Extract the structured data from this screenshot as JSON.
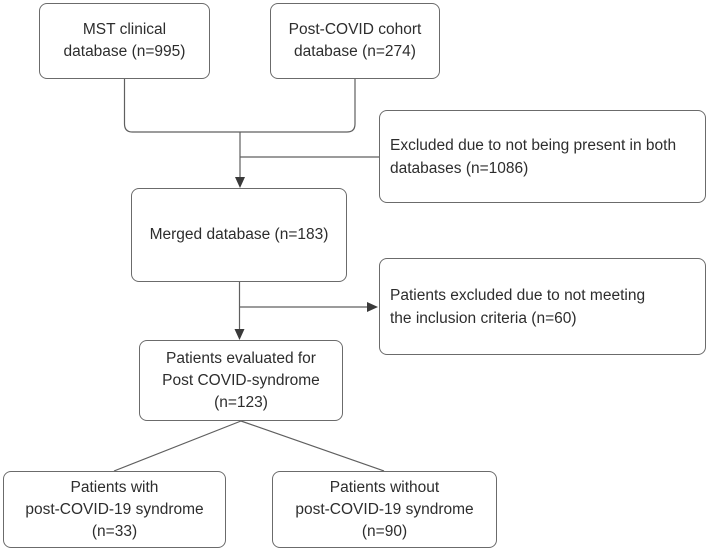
{
  "diagram": {
    "type": "flowchart",
    "colors": {
      "background": "#ffffff",
      "border": "#6b6b6b",
      "line": "#5f5f5f",
      "arrow": "#3a3a3a",
      "text": "#2d2d2d"
    },
    "nodes": {
      "mst_db": {
        "lines": [
          "MST clinical",
          "database (n=995)"
        ]
      },
      "cohort_db": {
        "lines": [
          "Post-COVID cohort",
          "database (n=274)"
        ]
      },
      "excluded_db": {
        "lines": [
          "Excluded due to not being present in both",
          "databases (n=1086)"
        ]
      },
      "merged_db": {
        "lines": [
          "Merged database (n=183)"
        ]
      },
      "excluded_criteria": {
        "lines": [
          "Patients excluded due to not meeting",
          "the inclusion criteria (n=60)"
        ]
      },
      "evaluated": {
        "lines": [
          "Patients evaluated for",
          "Post COVID-syndrome",
          "(n=123)"
        ]
      },
      "with_syndrome": {
        "lines": [
          "Patients with",
          "post-COVID-19 syndrome",
          "(n=33)"
        ]
      },
      "without_syndrome": {
        "lines": [
          "Patients without",
          "post-COVID-19 syndrome",
          "(n=90)"
        ]
      }
    }
  }
}
